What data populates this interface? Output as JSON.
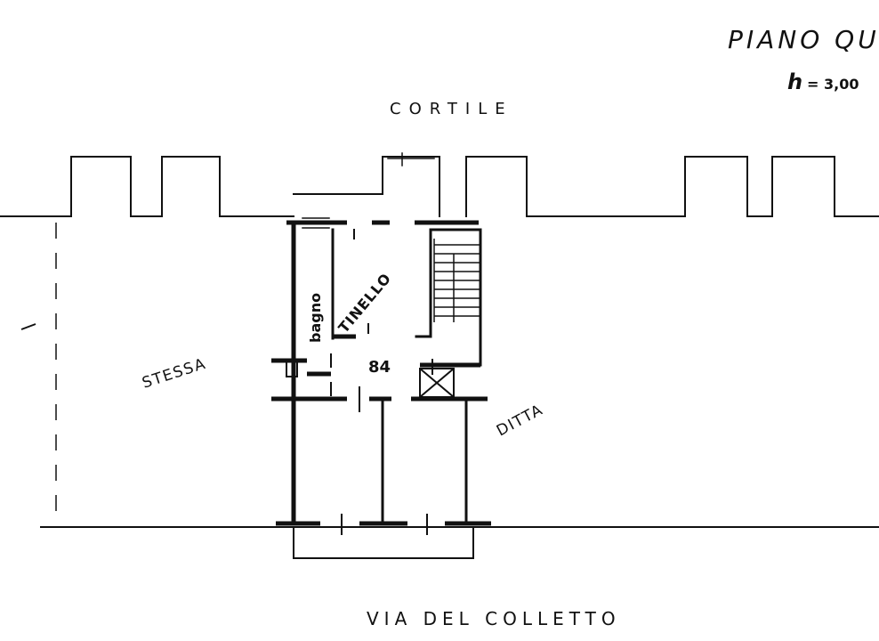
{
  "title": "PIANO QU",
  "height_note": {
    "h": "h",
    "value": "= 3,00"
  },
  "labels": {
    "top": "CORTILE",
    "bottom": "VIA DEL COLLETTO",
    "left": "STESSA",
    "right": "DITTA",
    "bath": "bagno",
    "living": "TINELLO",
    "unit": "84"
  },
  "colors": {
    "ink": "#111111",
    "paper": "#ffffff"
  }
}
